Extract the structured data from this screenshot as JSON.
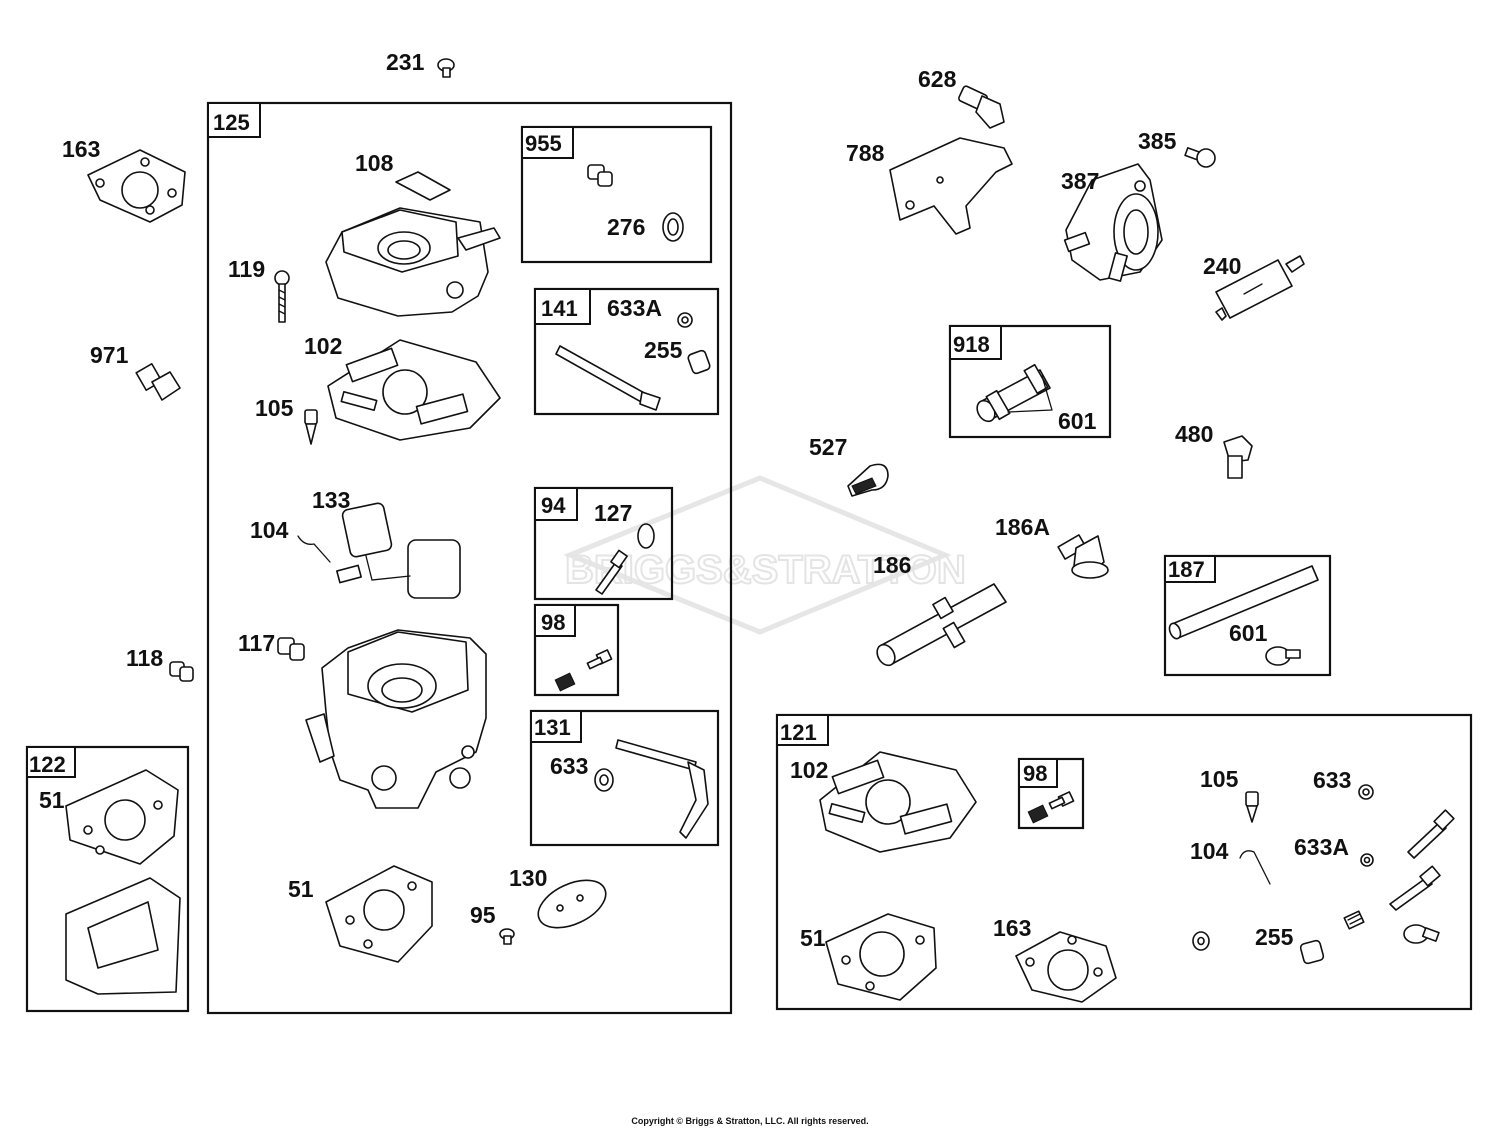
{
  "watermark": "BRIGGS&STRATTON",
  "copyright": "Copyright © Briggs & Stratton, LLC. All rights reserved.",
  "kits": {
    "k125": "125",
    "k955": "955",
    "k141": "141",
    "k94": "94",
    "k98a": "98",
    "k131": "131",
    "k122": "122",
    "k918": "918",
    "k187": "187",
    "k121": "121",
    "k98b": "98"
  },
  "labels": {
    "p231": "231",
    "p163": "163",
    "p119": "119",
    "p971": "971",
    "p118": "118",
    "p108": "108",
    "p276": "276",
    "p633A": "633A",
    "p255": "255",
    "p102": "102",
    "p105": "105",
    "p133": "133",
    "p104": "104",
    "p127": "127",
    "p117": "117",
    "p633": "633",
    "p51a": "51",
    "p130": "130",
    "p95": "95",
    "p51b": "51",
    "p628": "628",
    "p788": "788",
    "p385": "385",
    "p387": "387",
    "p240": "240",
    "p601a": "601",
    "p480": "480",
    "p527": "527",
    "p186A": "186A",
    "p186": "186",
    "p601b": "601",
    "p102b": "102",
    "p105b": "105",
    "p633b": "633",
    "p104b": "104",
    "p633Ab": "633A",
    "p51c": "51",
    "p163b": "163",
    "p255b": "255"
  }
}
